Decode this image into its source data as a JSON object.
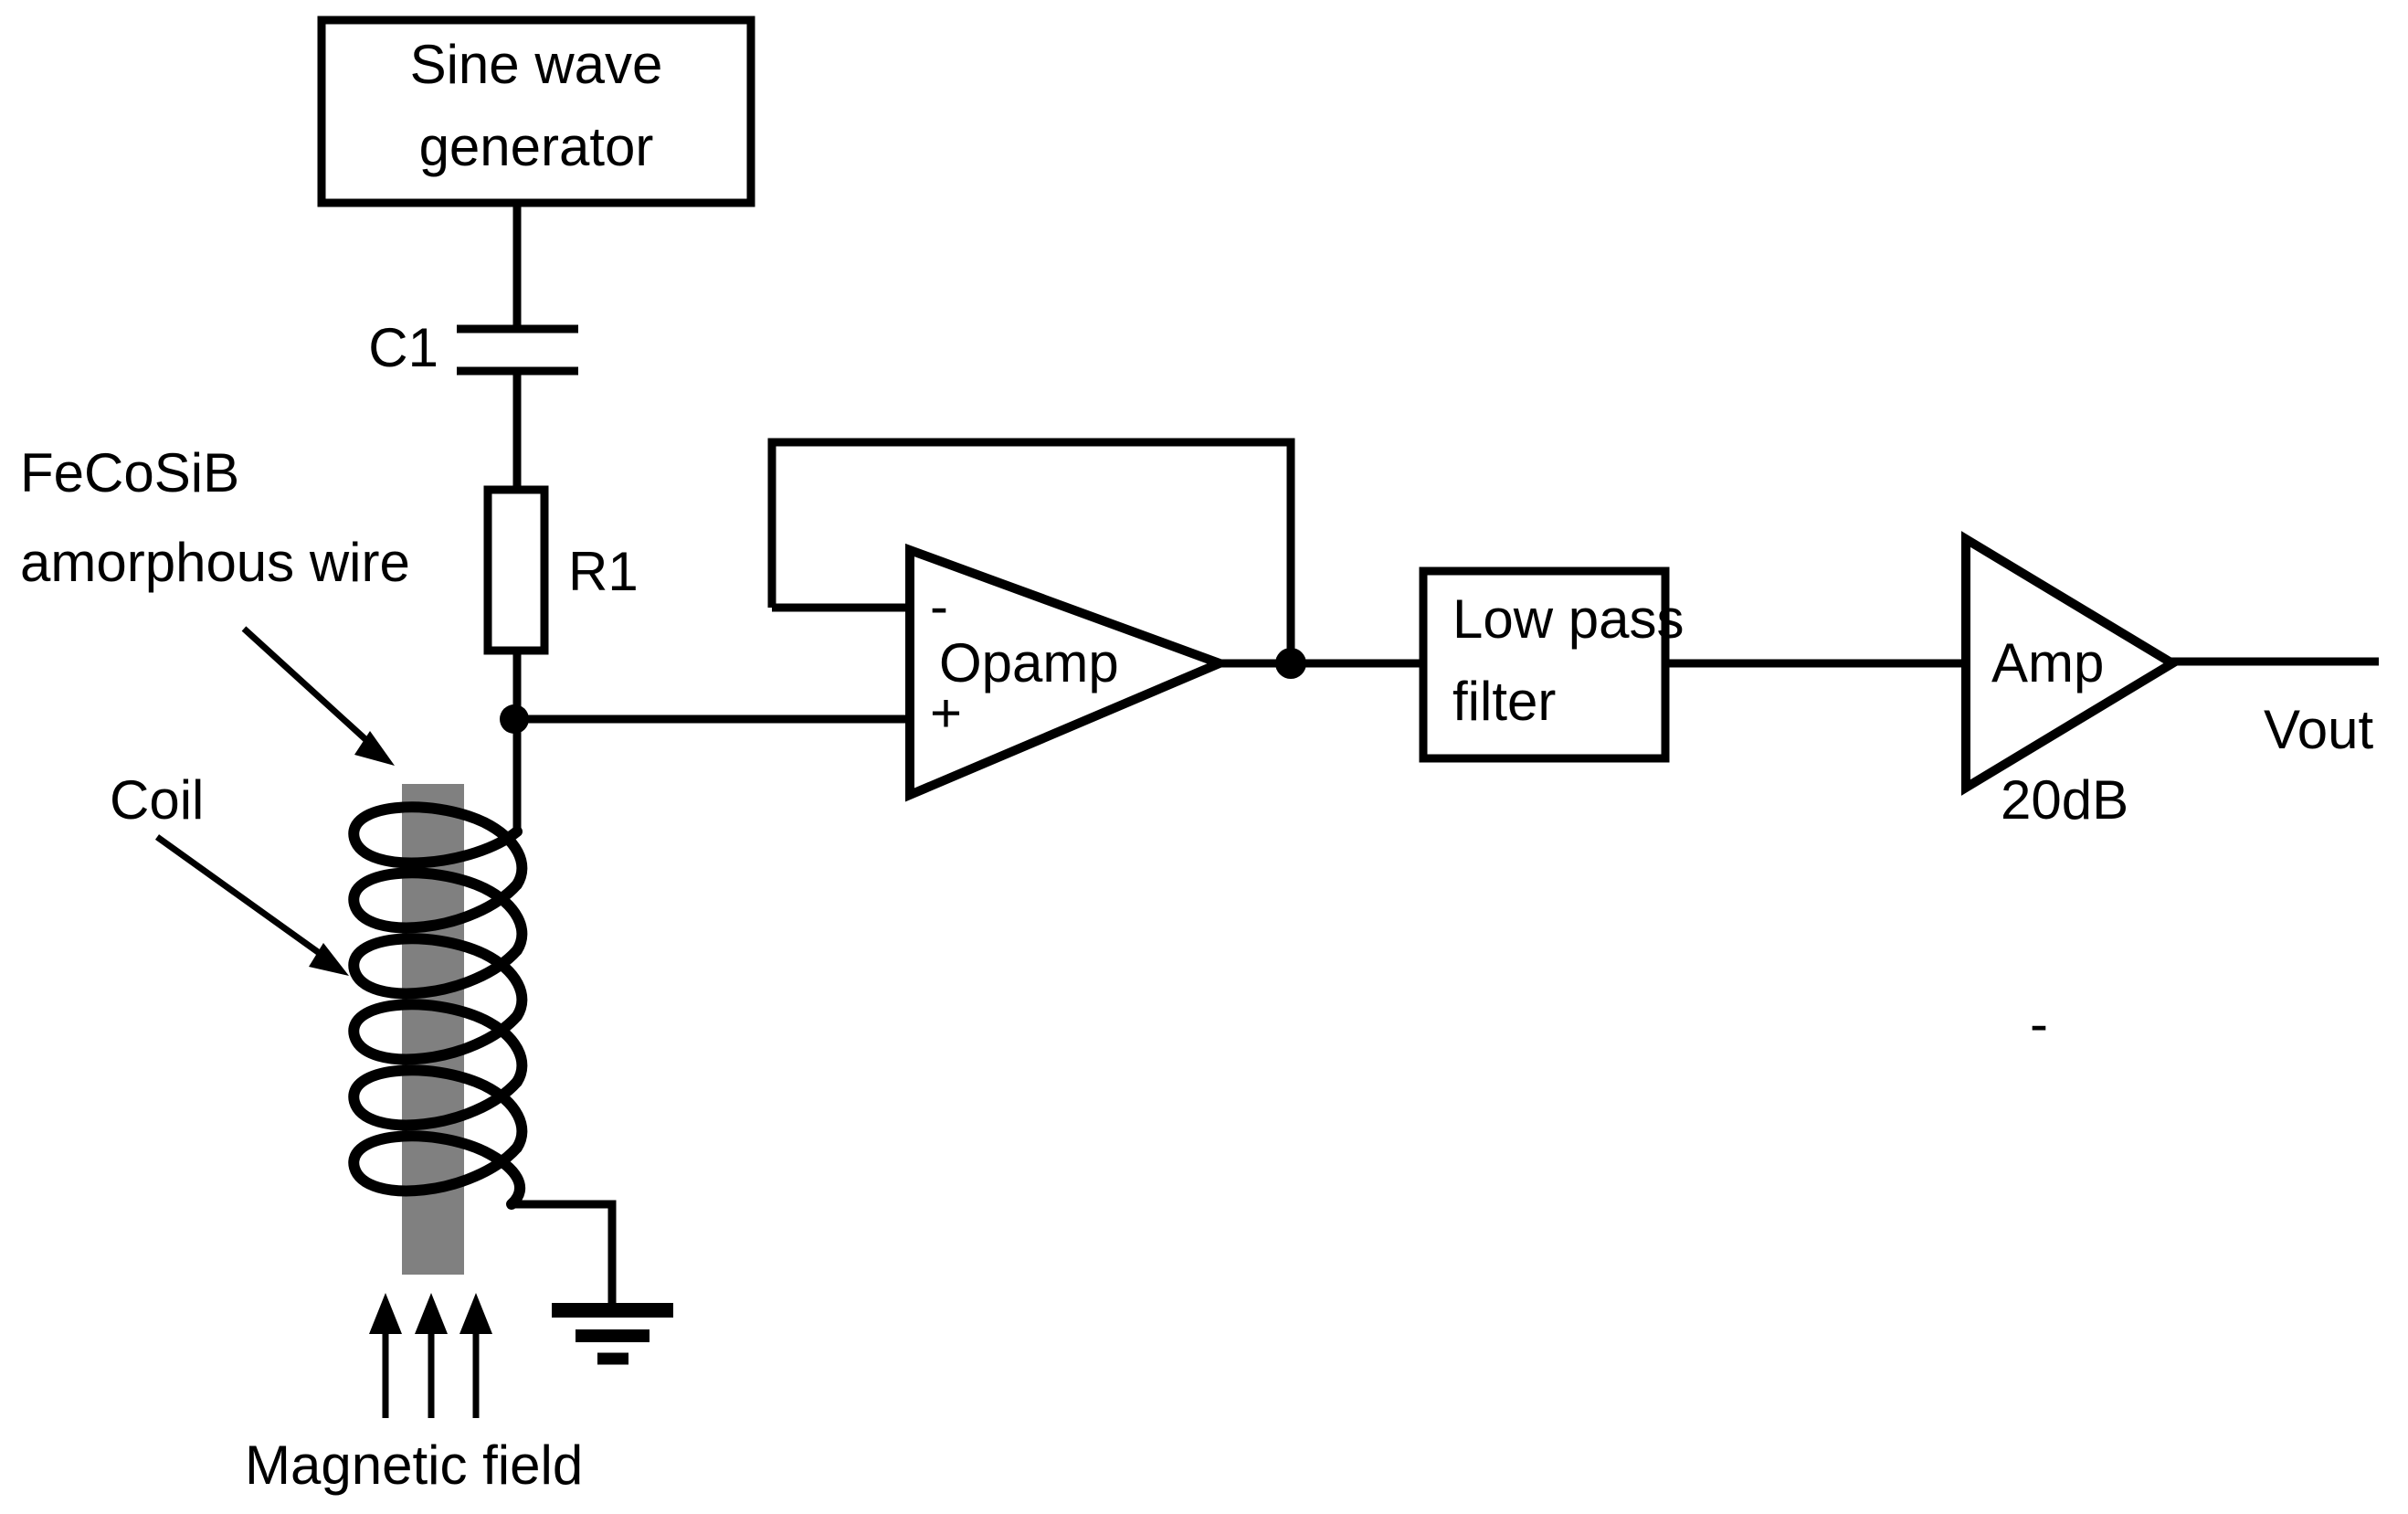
{
  "diagram": {
    "title": "GMI magnetic field sensor circuit",
    "background_color": "#ffffff",
    "line_color": "#000000",
    "core_color": "#808080"
  },
  "blocks": {
    "sine_generator": {
      "label_line1": "Sine wave",
      "label_line2": "generator"
    },
    "low_pass_filter": {
      "label_line1": "Low pass",
      "label_line2": "filter"
    },
    "opamp": {
      "label": "Opamp",
      "minus": "-",
      "plus": "+"
    },
    "amp": {
      "label": "Amp",
      "gain": "20dB"
    }
  },
  "components": {
    "capacitor": {
      "label": "C1"
    },
    "resistor": {
      "label": "R1"
    }
  },
  "annotations": {
    "wire_label_line1": "FeCoSiB",
    "wire_label_line2": "amorphous wire",
    "coil_label": "Coil",
    "magnetic_field_label": "Magnetic field",
    "output_label": "Vout",
    "stray_dash": "-"
  }
}
